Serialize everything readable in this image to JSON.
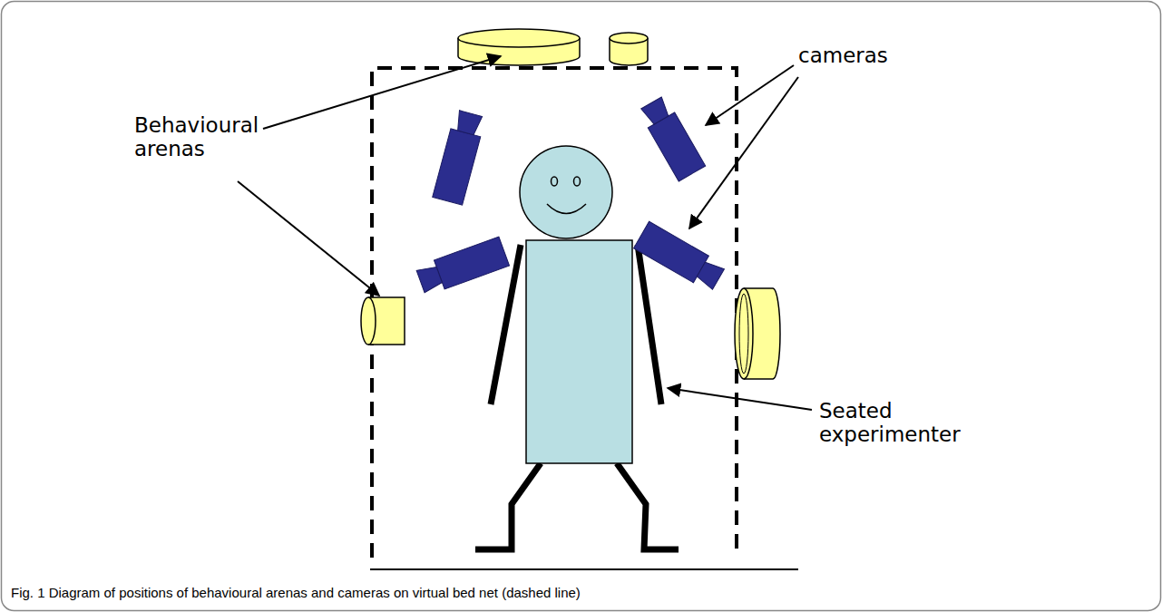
{
  "diagram": {
    "caption": "Fig. 1 Diagram of positions of behavioural arenas and cameras on virtual bed net (dashed line)",
    "labels": [
      "Behavioural arenas",
      "cameras",
      "Seated experimenter"
    ]
  }
}
